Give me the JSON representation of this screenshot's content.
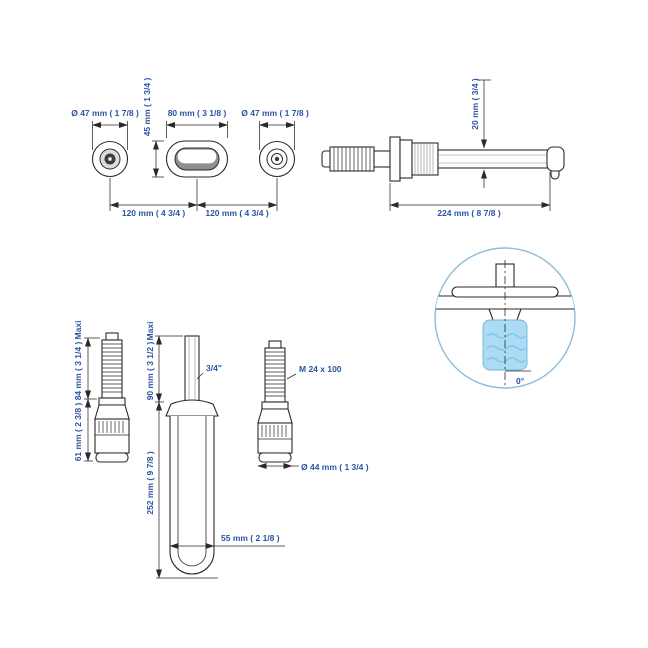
{
  "colors": {
    "dim_text": "#2b55a2",
    "line": "#2a2a2a",
    "highlight_blue": "#abdcf4",
    "detail_circle": "#8fbcd8"
  },
  "top_view": {
    "left_handle_diameter": "Ø 47 mm ( 1 7/8 )",
    "escutcheon_height": "45 mm ( 1 3/4 )",
    "escutcheon_width": "80 mm ( 3 1/8 )",
    "right_handle_diameter": "Ø 47 mm ( 1 7/8 )",
    "spacing_left": "120 mm ( 4 3/4 )",
    "spacing_right": "120 mm ( 4 3/4 )"
  },
  "side_view": {
    "spout_height": "20 mm ( 3/4 )",
    "overall_length": "224 mm ( 8 7/8 )"
  },
  "left_valve": {
    "maxi_label": "Maxi",
    "depth_max": "84 mm ( 3 1/4 )",
    "depth_min": "61 mm ( 2 3/8 )"
  },
  "spout": {
    "maxi_label": "Maxi",
    "depth_max": "90 mm ( 3 1/2 )",
    "thread": "3/4\"",
    "projection": "252 mm ( 9 7/8 )",
    "width": "55 mm ( 2 1/8 )"
  },
  "right_valve": {
    "thread": "M 24 x 100",
    "diameter": "Ø 44 mm ( 1 3/4 )"
  },
  "detail_view": {
    "angle": "0°"
  }
}
